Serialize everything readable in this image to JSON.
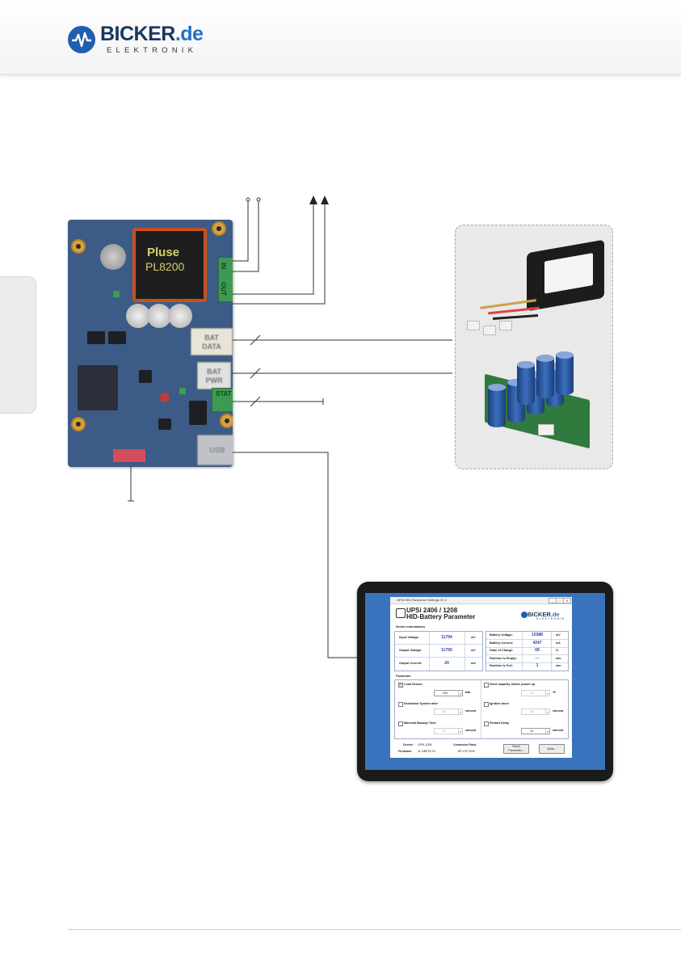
{
  "header": {
    "logo_main": "BICKER",
    "logo_tld": ".de",
    "logo_sub": "ELEKTRONIK"
  },
  "pcb": {
    "inductor_brand": "Pluse",
    "inductor_part": "PL8200",
    "connectors": {
      "bat_data": "BAT\nDATA",
      "bat_pwr": "BAT\nPWR",
      "usb": "USB",
      "in": "IN",
      "out": "OUT",
      "stat": "STAT"
    }
  },
  "app": {
    "window_title": "UPSi HID-Parameter Settings V1.2",
    "title": "UPSi 2406 / 1208",
    "subtitle": "HID-Battery Parameter",
    "logo_main": "BICKER",
    "logo_tld": ".de",
    "logo_sub": "ELEKTRONIK",
    "window_buttons": [
      "_",
      "□",
      "✕"
    ],
    "device_info_label": "Device Informations",
    "left_rows": [
      {
        "label": "Input Voltage:",
        "value": "11794",
        "unit": "mV"
      },
      {
        "label": "Output Voltage:",
        "value": "11759",
        "unit": "mV"
      },
      {
        "label": "Output Current:",
        "value": "24",
        "unit": "mA"
      }
    ],
    "right_rows": [
      {
        "label": "Battery Voltage:",
        "value": "10388",
        "unit": "mV"
      },
      {
        "label": "Battery Current:",
        "value": "4247",
        "unit": "mA"
      },
      {
        "label": "State of Charge:",
        "value": "69",
        "unit": "%"
      },
      {
        "label": "Runtime to Empty:",
        "value": "---",
        "unit": "min."
      },
      {
        "label": "Runtime to Full:",
        "value": "1",
        "unit": "min."
      }
    ],
    "parameter_label": "Parameter",
    "params": [
      {
        "label": "Load Sensor",
        "checked": true,
        "value": "200",
        "unit": "mA",
        "enabled": true
      },
      {
        "label": "Need capacity before power up",
        "checked": false,
        "value": "20",
        "unit": "%",
        "enabled": false
      },
      {
        "label": "Shutdown System after",
        "checked": false,
        "value": "30",
        "unit": "second",
        "enabled": false
      },
      {
        "label": "Ignition timer",
        "checked": false,
        "value": "30",
        "unit": "second",
        "enabled": false
      },
      {
        "label": "Maximal Backup Time",
        "checked": false,
        "value": "30",
        "unit": "second",
        "enabled": false
      },
      {
        "label": "Restart Delay",
        "checked": false,
        "value": "10",
        "unit": "second",
        "enabled": true
      }
    ],
    "footer": {
      "device_label": "Device:",
      "device_value": "UPSi-1208",
      "firmware_label": "Firmware:",
      "firmware_value": "v1.0/BETA 16",
      "connected_label": "Connected Pack:",
      "connected_value": "BP-LFP-5/25",
      "reset_button": "Reset\nParameter...",
      "quit_button": "Quite..."
    }
  },
  "colors": {
    "brand_dark": "#17375e",
    "brand_blue": "#1f72c8",
    "screen_blue": "#3a73bd",
    "value_blue": "#2b3fa8"
  }
}
